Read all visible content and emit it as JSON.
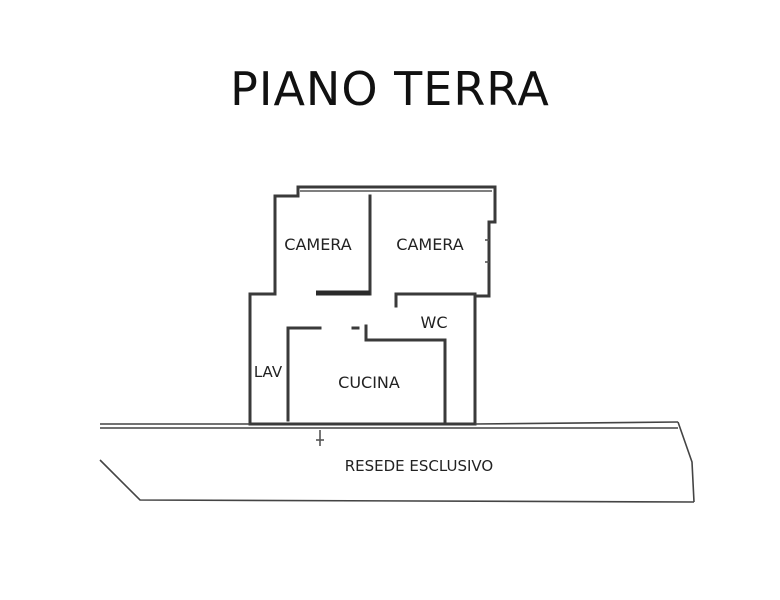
{
  "title": "PIANO TERRA",
  "rooms": {
    "camera_left": "CAMERA",
    "camera_right": "CAMERA",
    "wc": "WC",
    "lav": "LAV",
    "cucina": "CUCINA",
    "resede": "RESEDE ESCLUSIVO"
  }
}
